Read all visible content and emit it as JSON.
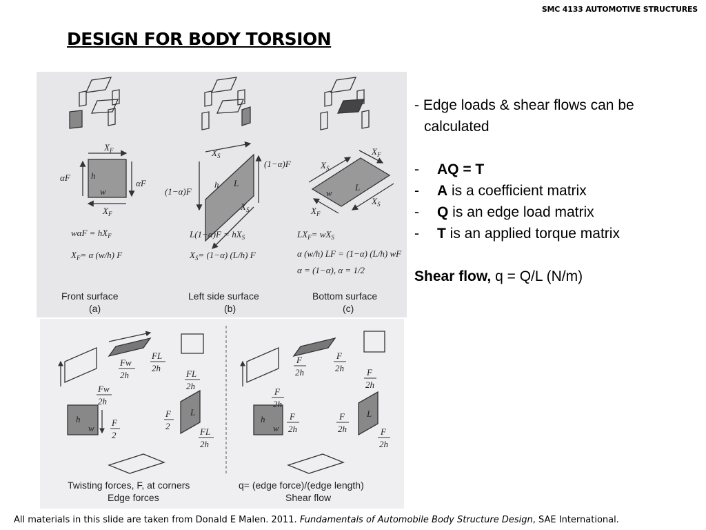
{
  "header": {
    "course": "SMC 4133 AUTOMOTIVE STRUCTURES",
    "title": "DESIGN FOR BODY TORSION"
  },
  "figure_top": {
    "panels": [
      {
        "caption": "Front surface",
        "sub": "(a)",
        "eq1": "wαF = hX",
        "eq1_sub": "F",
        "eq2": "X",
        "eq2_sub": "F",
        "eq2_rhs": "= α (w/h) F",
        "x_top": "X",
        "x_top_sub": "F",
        "x_bot": "X",
        "x_bot_sub": "F",
        "left_force": "αF",
        "right_force": "αF",
        "h": "h",
        "w": "w"
      },
      {
        "caption": "Left side surface",
        "sub": "(b)",
        "eq1": "L(1−α)F = hX",
        "eq1_sub": "S",
        "eq2": "X",
        "eq2_sub": "S",
        "eq2_rhs": "= (1−α) (L/h) F",
        "x_top": "X",
        "x_top_sub": "S",
        "x_bot": "X",
        "x_bot_sub": "S",
        "left_force": "(1−α)F",
        "right_force": "(1−α)F",
        "h": "h",
        "L": "L"
      },
      {
        "caption": "Bottom surface",
        "sub": "(c)",
        "eq1": "LX",
        "eq1_sub": "F",
        "eq1_rhs": "= wX",
        "eq1_rhs_sub": "S",
        "eq2": "α (w/h) LF = (1−α) (L/h) wF",
        "eq3": "α = (1−α),   α = 1/2",
        "x_top": "X",
        "x_top_sub": "F",
        "x_side": "X",
        "x_side_sub": "S",
        "x_bot": "X",
        "x_bot_sub": "F",
        "x_right": "X",
        "x_right_sub": "S",
        "w": "w",
        "L": "L"
      }
    ]
  },
  "figure_bottom": {
    "left": {
      "caption1": "Twisting forces, F, at corners",
      "caption2": "Edge forces",
      "fracs": [
        {
          "num": "Fw",
          "den": "2h"
        },
        {
          "num": "FL",
          "den": "2h"
        },
        {
          "num": "Fw",
          "den": "2h"
        },
        {
          "num": "FL",
          "den": "2h"
        },
        {
          "num": "F",
          "den": "2"
        },
        {
          "num": "F",
          "den": "2"
        },
        {
          "num": "FL",
          "den": "2h"
        }
      ],
      "h": "h",
      "w": "w",
      "L": "L"
    },
    "right": {
      "caption1": "q= (edge force)/(edge length)",
      "caption2": "Shear flow",
      "fracs": [
        {
          "num": "F",
          "den": "2h"
        },
        {
          "num": "F",
          "den": "2h"
        },
        {
          "num": "F",
          "den": "2h"
        },
        {
          "num": "F",
          "den": "2h"
        },
        {
          "num": "F",
          "den": "2h"
        },
        {
          "num": "F",
          "den": "2h"
        },
        {
          "num": "F",
          "den": "2h"
        }
      ],
      "h": "h",
      "w": "w",
      "L": "L"
    }
  },
  "content": {
    "intro_line1": "- Edge loads & shear flows can be",
    "intro_line2": "calculated",
    "items": [
      {
        "dash": "-",
        "bold": "AQ = T",
        "text": ""
      },
      {
        "dash": "-",
        "bold": "A",
        "text": " is a coefficient matrix"
      },
      {
        "dash": "-",
        "bold": "Q",
        "text": " is an edge load matrix"
      },
      {
        "dash": "-",
        "bold": "T",
        "text": " is an applied torque matrix"
      }
    ],
    "shear_bold": "Shear flow,",
    "shear_text": " q = Q/L (N/m)"
  },
  "footer": {
    "pre": "All materials in this slide are taken from Donald E Malen. 2011. ",
    "book": "Fundamentals of Automobile Body Structure Design",
    "post": ", SAE International."
  }
}
